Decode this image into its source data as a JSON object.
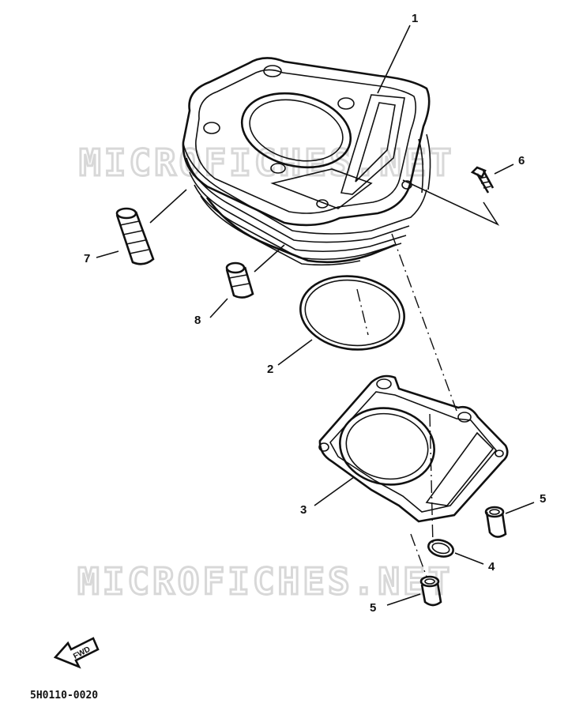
{
  "watermark": {
    "top": "MICROFICHES.NET",
    "bottom": "MICROFICHES.NET"
  },
  "callouts": [
    "1",
    "2",
    "3",
    "4",
    "5",
    "5",
    "6",
    "7",
    "8"
  ],
  "fwd_label": "FWD",
  "diagram_code": "5H0110-0020"
}
